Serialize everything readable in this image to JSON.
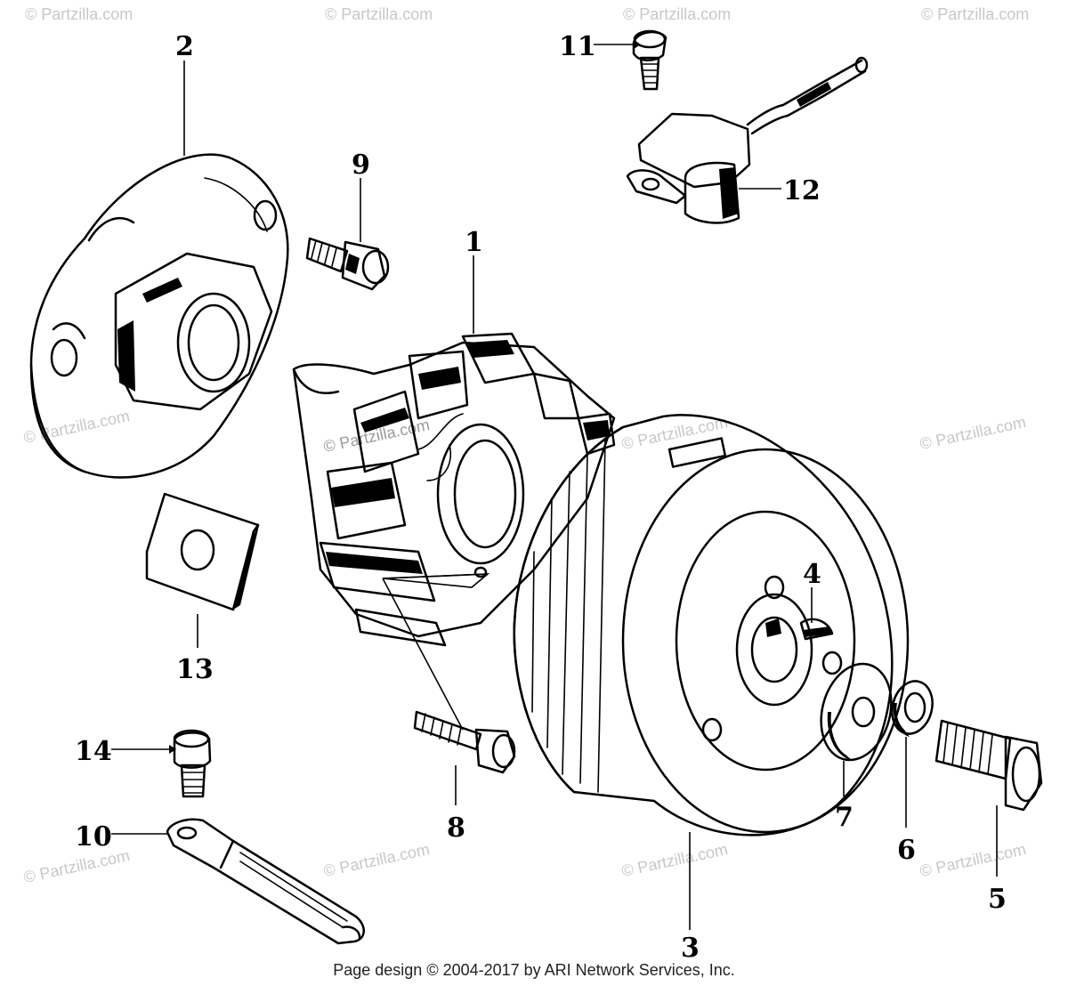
{
  "watermark": "© Partzilla.com",
  "callouts": {
    "c1": "1",
    "c2": "2",
    "c3": "3",
    "c4": "4",
    "c5": "5",
    "c6": "6",
    "c7": "7",
    "c8": "8",
    "c9": "9",
    "c10": "10",
    "c11": "11",
    "c12": "12",
    "c13": "13",
    "c14": "14"
  },
  "footer": "Page design © 2004-2017 by ARI Network Services, Inc."
}
